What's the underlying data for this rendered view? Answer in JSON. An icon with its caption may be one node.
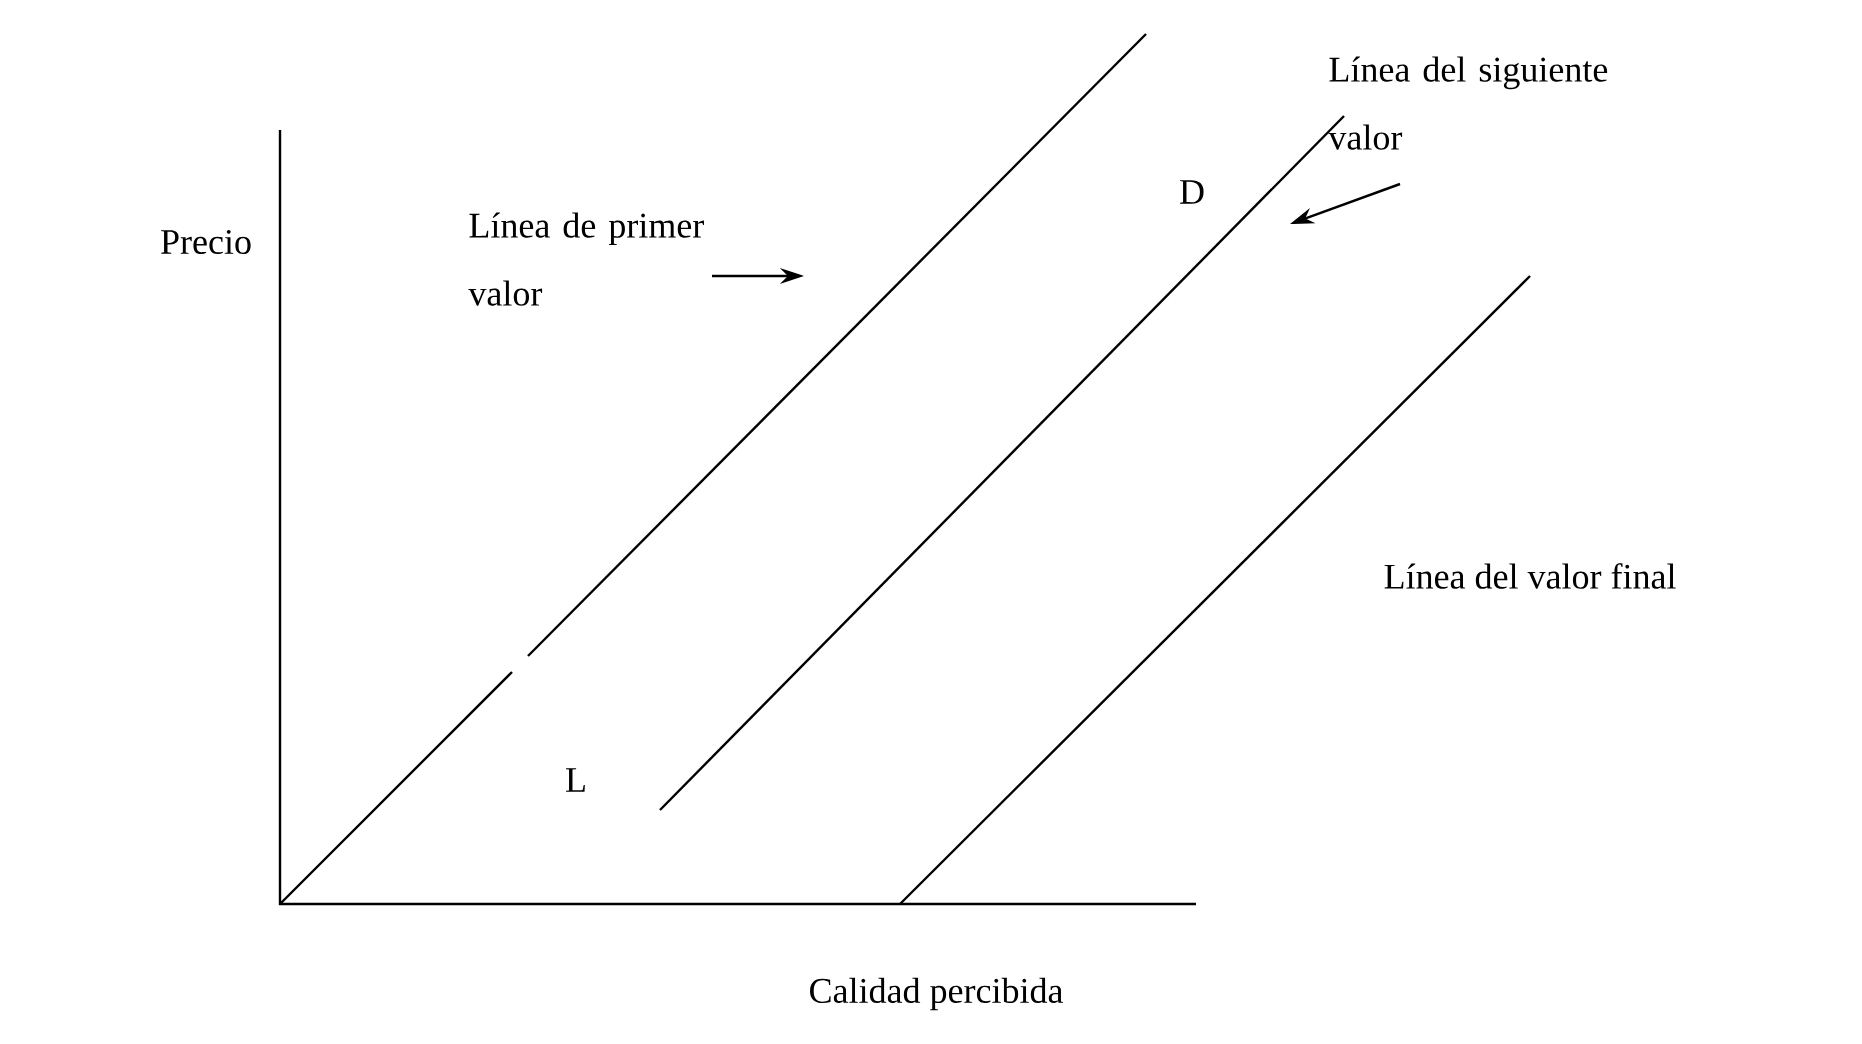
{
  "diagram": {
    "nodes": [
      {
        "text": [
          "Línea de primer valor"
        ]
      },
      {
        "text": [
          "Línea del siguiente valor"
        ]
      }
    ],
    "edges": [
      {
        "from": 0,
        "to": null,
        "arrow": "to"
      },
      {
        "from": 1,
        "to": null,
        "arrow": "to"
      }
    ],
    "labels": [
      "Precio",
      "D",
      "Línea del valor final",
      "L",
      "Calidad percibida"
    ]
  }
}
